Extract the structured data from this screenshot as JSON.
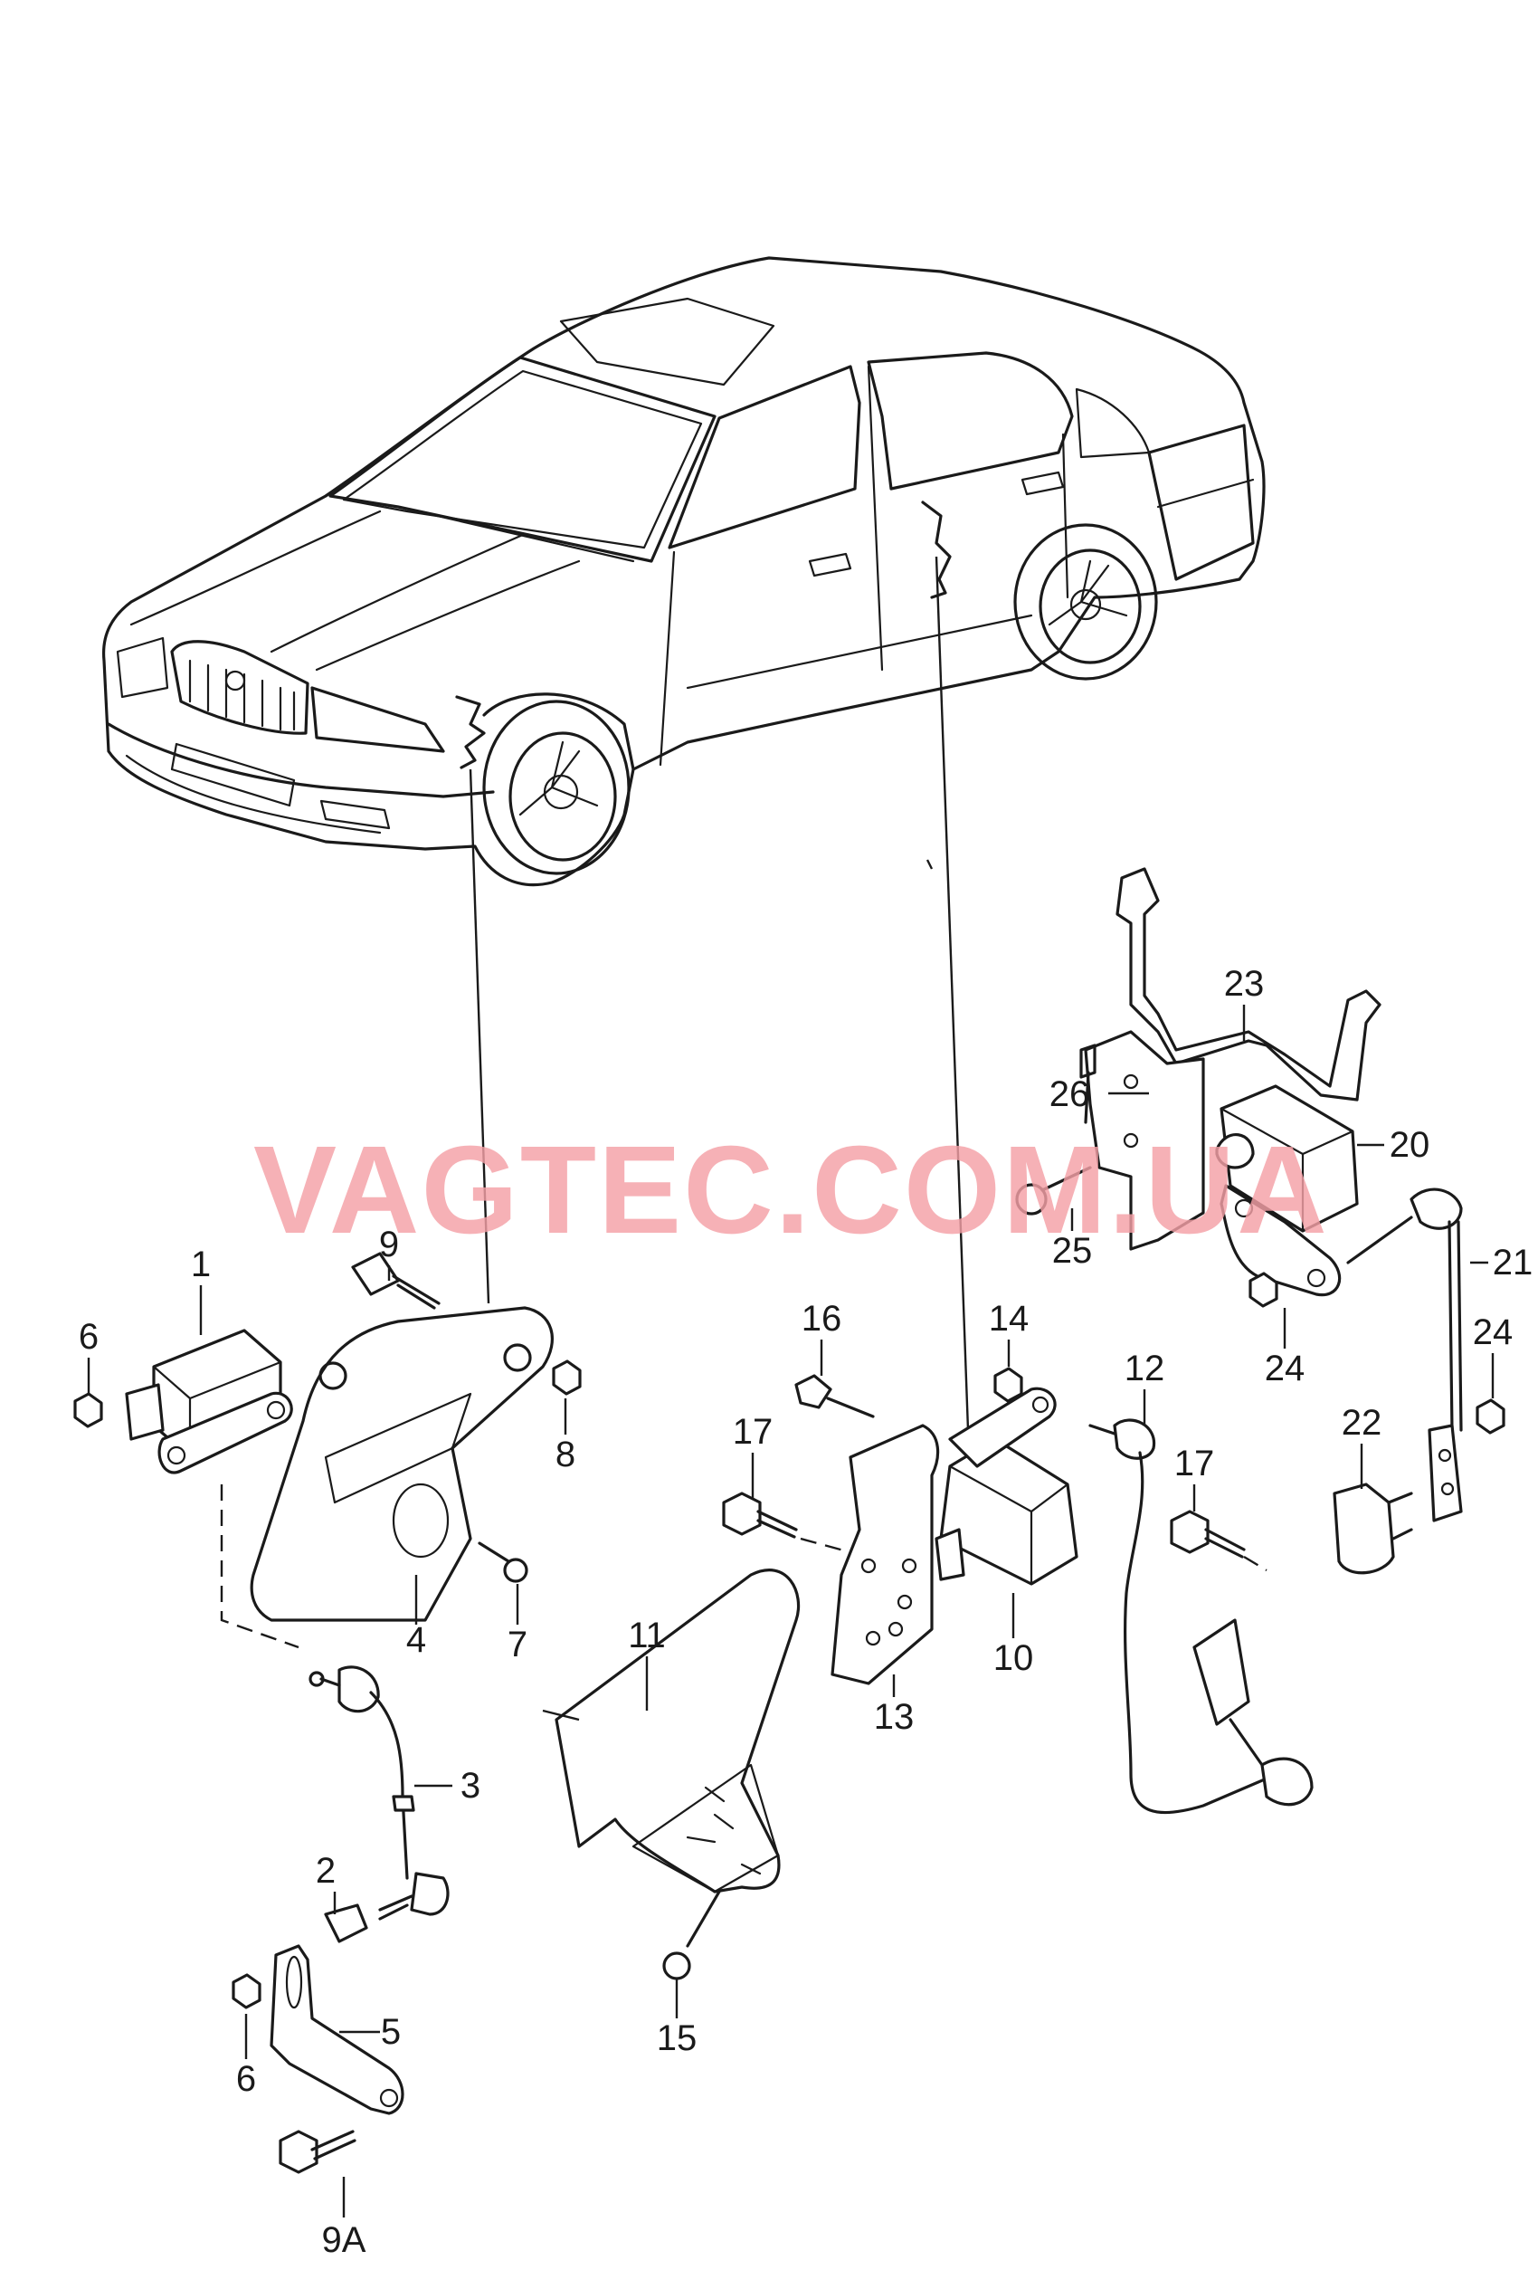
{
  "diagram": {
    "watermark": "VAGTEC.COM.UA",
    "callouts": [
      {
        "key": "c1",
        "text": "1"
      },
      {
        "key": "c2",
        "text": "2"
      },
      {
        "key": "c3",
        "text": "3"
      },
      {
        "key": "c4",
        "text": "4"
      },
      {
        "key": "c5",
        "text": "5"
      },
      {
        "key": "c6a",
        "text": "6"
      },
      {
        "key": "c6b",
        "text": "6"
      },
      {
        "key": "c7",
        "text": "7"
      },
      {
        "key": "c8",
        "text": "8"
      },
      {
        "key": "c9",
        "text": "9"
      },
      {
        "key": "c9a",
        "text": "9A"
      },
      {
        "key": "c10",
        "text": "10"
      },
      {
        "key": "c11",
        "text": "11"
      },
      {
        "key": "c12",
        "text": "12"
      },
      {
        "key": "c13",
        "text": "13"
      },
      {
        "key": "c14",
        "text": "14"
      },
      {
        "key": "c15",
        "text": "15"
      },
      {
        "key": "c16",
        "text": "16"
      },
      {
        "key": "c17a",
        "text": "17"
      },
      {
        "key": "c17b",
        "text": "17"
      },
      {
        "key": "c20",
        "text": "20"
      },
      {
        "key": "c21",
        "text": "21"
      },
      {
        "key": "c22",
        "text": "22"
      },
      {
        "key": "c23",
        "text": "23"
      },
      {
        "key": "c24a",
        "text": "24"
      },
      {
        "key": "c24b",
        "text": "24"
      },
      {
        "key": "c25",
        "text": "25"
      },
      {
        "key": "c26",
        "text": "26"
      }
    ]
  }
}
